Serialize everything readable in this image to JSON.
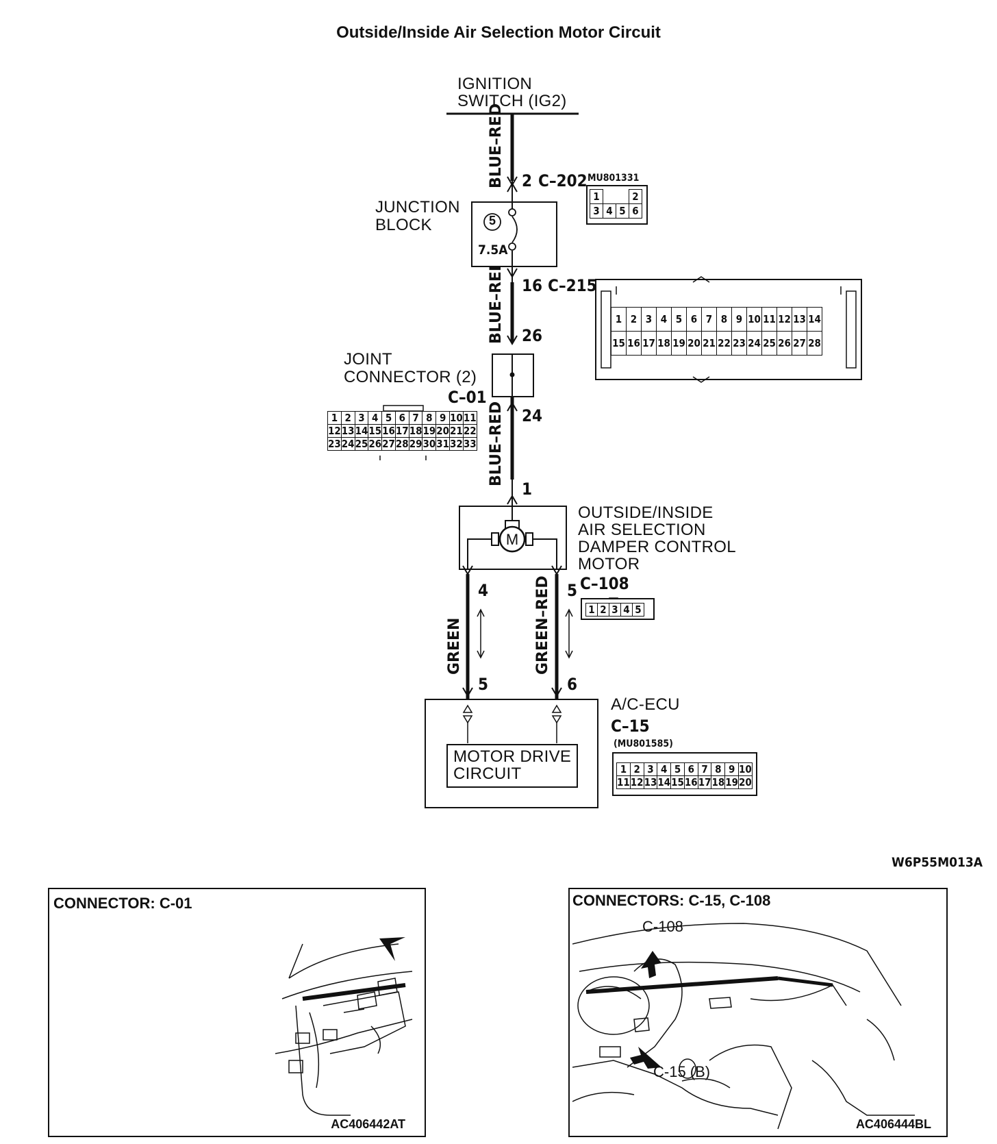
{
  "title": "Outside/Inside Air Selection Motor Circuit",
  "diagram_code": "W6P55M013A",
  "power_source": {
    "line1": "IGNITION",
    "line2": "SWITCH (IG2)"
  },
  "wires": {
    "w1": "BLUE–RED",
    "w2": "BLUE–RED",
    "w3": "BLUE–RED",
    "w4": "GREEN",
    "w5": "GREEN–RED"
  },
  "pins": {
    "p_c202": "2",
    "c202": "C–202",
    "p_c215": "16",
    "c215": "C–215",
    "p26": "26",
    "p24": "24",
    "p1": "1",
    "p4": "4",
    "p5a": "5",
    "c108": "C–108",
    "p5b": "5",
    "p6": "6"
  },
  "junction_block": {
    "line1": "JUNCTION",
    "line2": "BLOCK",
    "fuse_no": "5",
    "fuse_rating": "7.5A"
  },
  "joint_connector": {
    "line1": "JOINT",
    "line2": "CONNECTOR (2)",
    "code": "C–01"
  },
  "motor": {
    "symbol": "M",
    "line1": "OUTSIDE/INSIDE",
    "line2": "AIR SELECTION",
    "line3": "DAMPER CONTROL",
    "line4": "MOTOR"
  },
  "ecu": {
    "name": "A/C-ECU",
    "code": "C–15",
    "part": "(MU801585)",
    "circuit_line1": "MOTOR DRIVE",
    "circuit_line2": "CIRCUIT"
  },
  "connector_c202": {
    "part": "MU801331",
    "row1": [
      "1",
      "",
      "2"
    ],
    "row2": [
      "3",
      "4",
      "5",
      "6"
    ]
  },
  "connector_c215": {
    "row1": [
      "1",
      "2",
      "3",
      "4",
      "5",
      "6",
      "7",
      "8",
      "9",
      "10",
      "11",
      "12",
      "13",
      "14"
    ],
    "row2": [
      "15",
      "16",
      "17",
      "18",
      "19",
      "20",
      "21",
      "22",
      "23",
      "24",
      "25",
      "26",
      "27",
      "28"
    ]
  },
  "connector_c01": {
    "row1": [
      "1",
      "2",
      "3",
      "4",
      "5",
      "6",
      "7",
      "8",
      "9",
      "10",
      "11"
    ],
    "row2": [
      "12",
      "13",
      "14",
      "15",
      "16",
      "17",
      "18",
      "19",
      "20",
      "21",
      "22"
    ],
    "row3": [
      "23",
      "24",
      "25",
      "26",
      "27",
      "28",
      "29",
      "30",
      "31",
      "32",
      "33"
    ]
  },
  "connector_c108": {
    "row1": [
      "1",
      "2",
      "3",
      "4",
      "5"
    ]
  },
  "connector_c15": {
    "row1": [
      "1",
      "2",
      "3",
      "4",
      "5",
      "6",
      "7",
      "8",
      "9",
      "10"
    ],
    "row2": [
      "11",
      "12",
      "13",
      "14",
      "15",
      "16",
      "17",
      "18",
      "19",
      "20"
    ]
  },
  "panel_left": {
    "title": "CONNECTOR: C-01",
    "code": "AC406442AT"
  },
  "panel_right": {
    "title": "CONNECTORS: C-15, C-108",
    "callout1": "C-108",
    "callout2": "C-15 (B)",
    "code": "AC406444BL"
  },
  "colors": {
    "line": "#111111",
    "background": "#ffffff"
  }
}
